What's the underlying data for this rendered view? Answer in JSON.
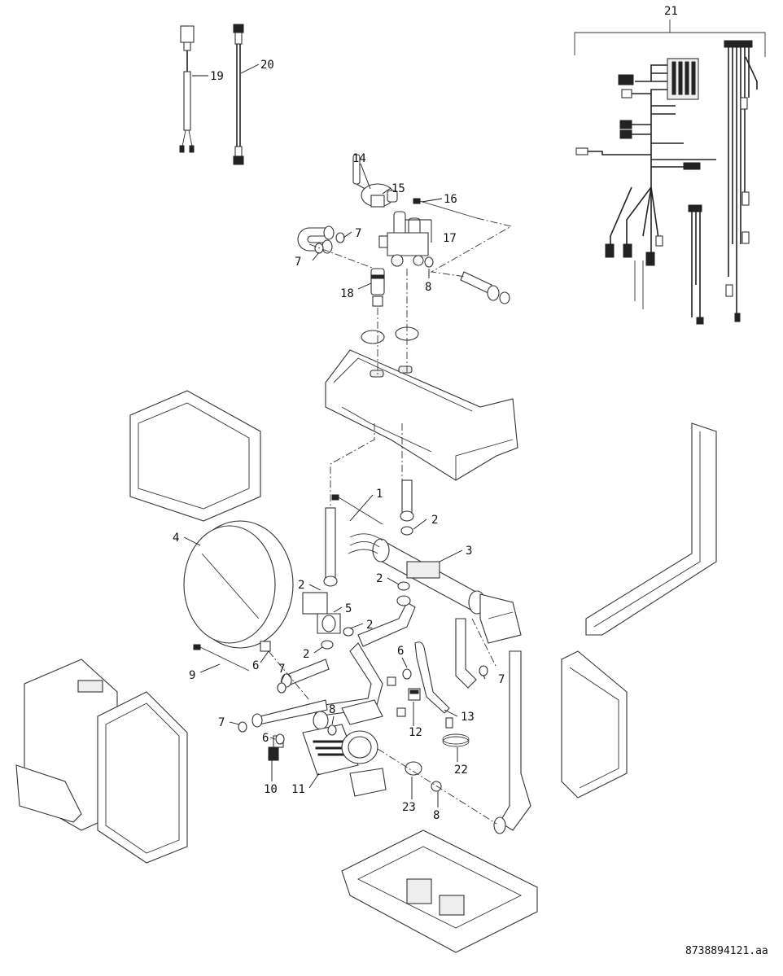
{
  "callouts": {
    "c1": "1",
    "c2a": "2",
    "c2b": "2",
    "c2c": "2",
    "c2d": "2",
    "c2e": "2",
    "c3": "3",
    "c4": "4",
    "c5": "5",
    "c6a": "6",
    "c6b": "6",
    "c6c": "6",
    "c7a": "7",
    "c7b": "7",
    "c7c": "7",
    "c7d": "7",
    "c7e": "7",
    "c8a": "8",
    "c8b": "8",
    "c8c": "8",
    "c9": "9",
    "c10": "10",
    "c11": "11",
    "c12": "12",
    "c13": "13",
    "c14": "14",
    "c15": "15",
    "c16": "16",
    "c17": "17",
    "c18": "18",
    "c19": "19",
    "c20": "20",
    "c21": "21",
    "c22": "22",
    "c23": "23"
  },
  "document_number": "8738894121.aa",
  "colors": {
    "line": "#333333",
    "fill": "#ffffff",
    "shade": "#eeeeee",
    "ink": "#111111"
  }
}
